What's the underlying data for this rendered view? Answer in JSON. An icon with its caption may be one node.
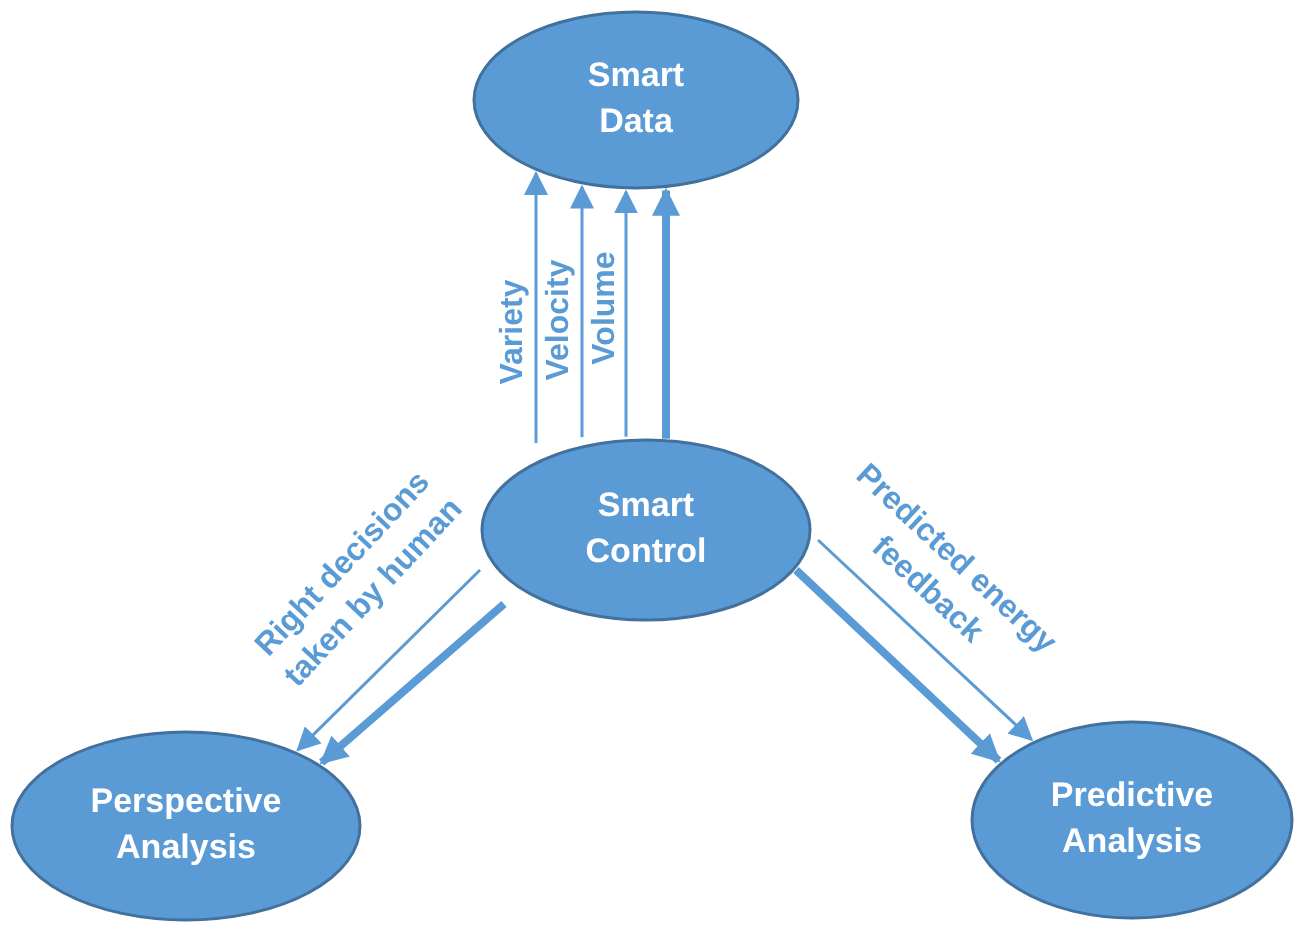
{
  "diagram": {
    "nodes": [
      {
        "text": [
          "Smart Data"
        ]
      },
      {
        "text": [
          "Smart Control"
        ]
      },
      {
        "text": [
          "Perspective Analysis"
        ]
      },
      {
        "text": [
          "Predictive Analysis"
        ]
      }
    ],
    "edges": [
      {
        "from": 1,
        "to": 0,
        "arrow": "to",
        "style": "thick"
      },
      {
        "from": 1,
        "to": 0,
        "arrow": "to",
        "label": "Variety"
      },
      {
        "from": 1,
        "to": 0,
        "arrow": "to",
        "label": "Velocity"
      },
      {
        "from": 1,
        "to": 0,
        "arrow": "to",
        "label": "Volume"
      },
      {
        "from": 1,
        "to": 2,
        "arrow": "to",
        "style": "thick"
      },
      {
        "from": 1,
        "to": 2,
        "arrow": "to",
        "label": "Right decisions taken by human"
      },
      {
        "from": 1,
        "to": 3,
        "arrow": "to",
        "style": "thick"
      },
      {
        "from": 1,
        "to": 3,
        "arrow": "to",
        "label": "Predicted energy feedback"
      }
    ]
  }
}
